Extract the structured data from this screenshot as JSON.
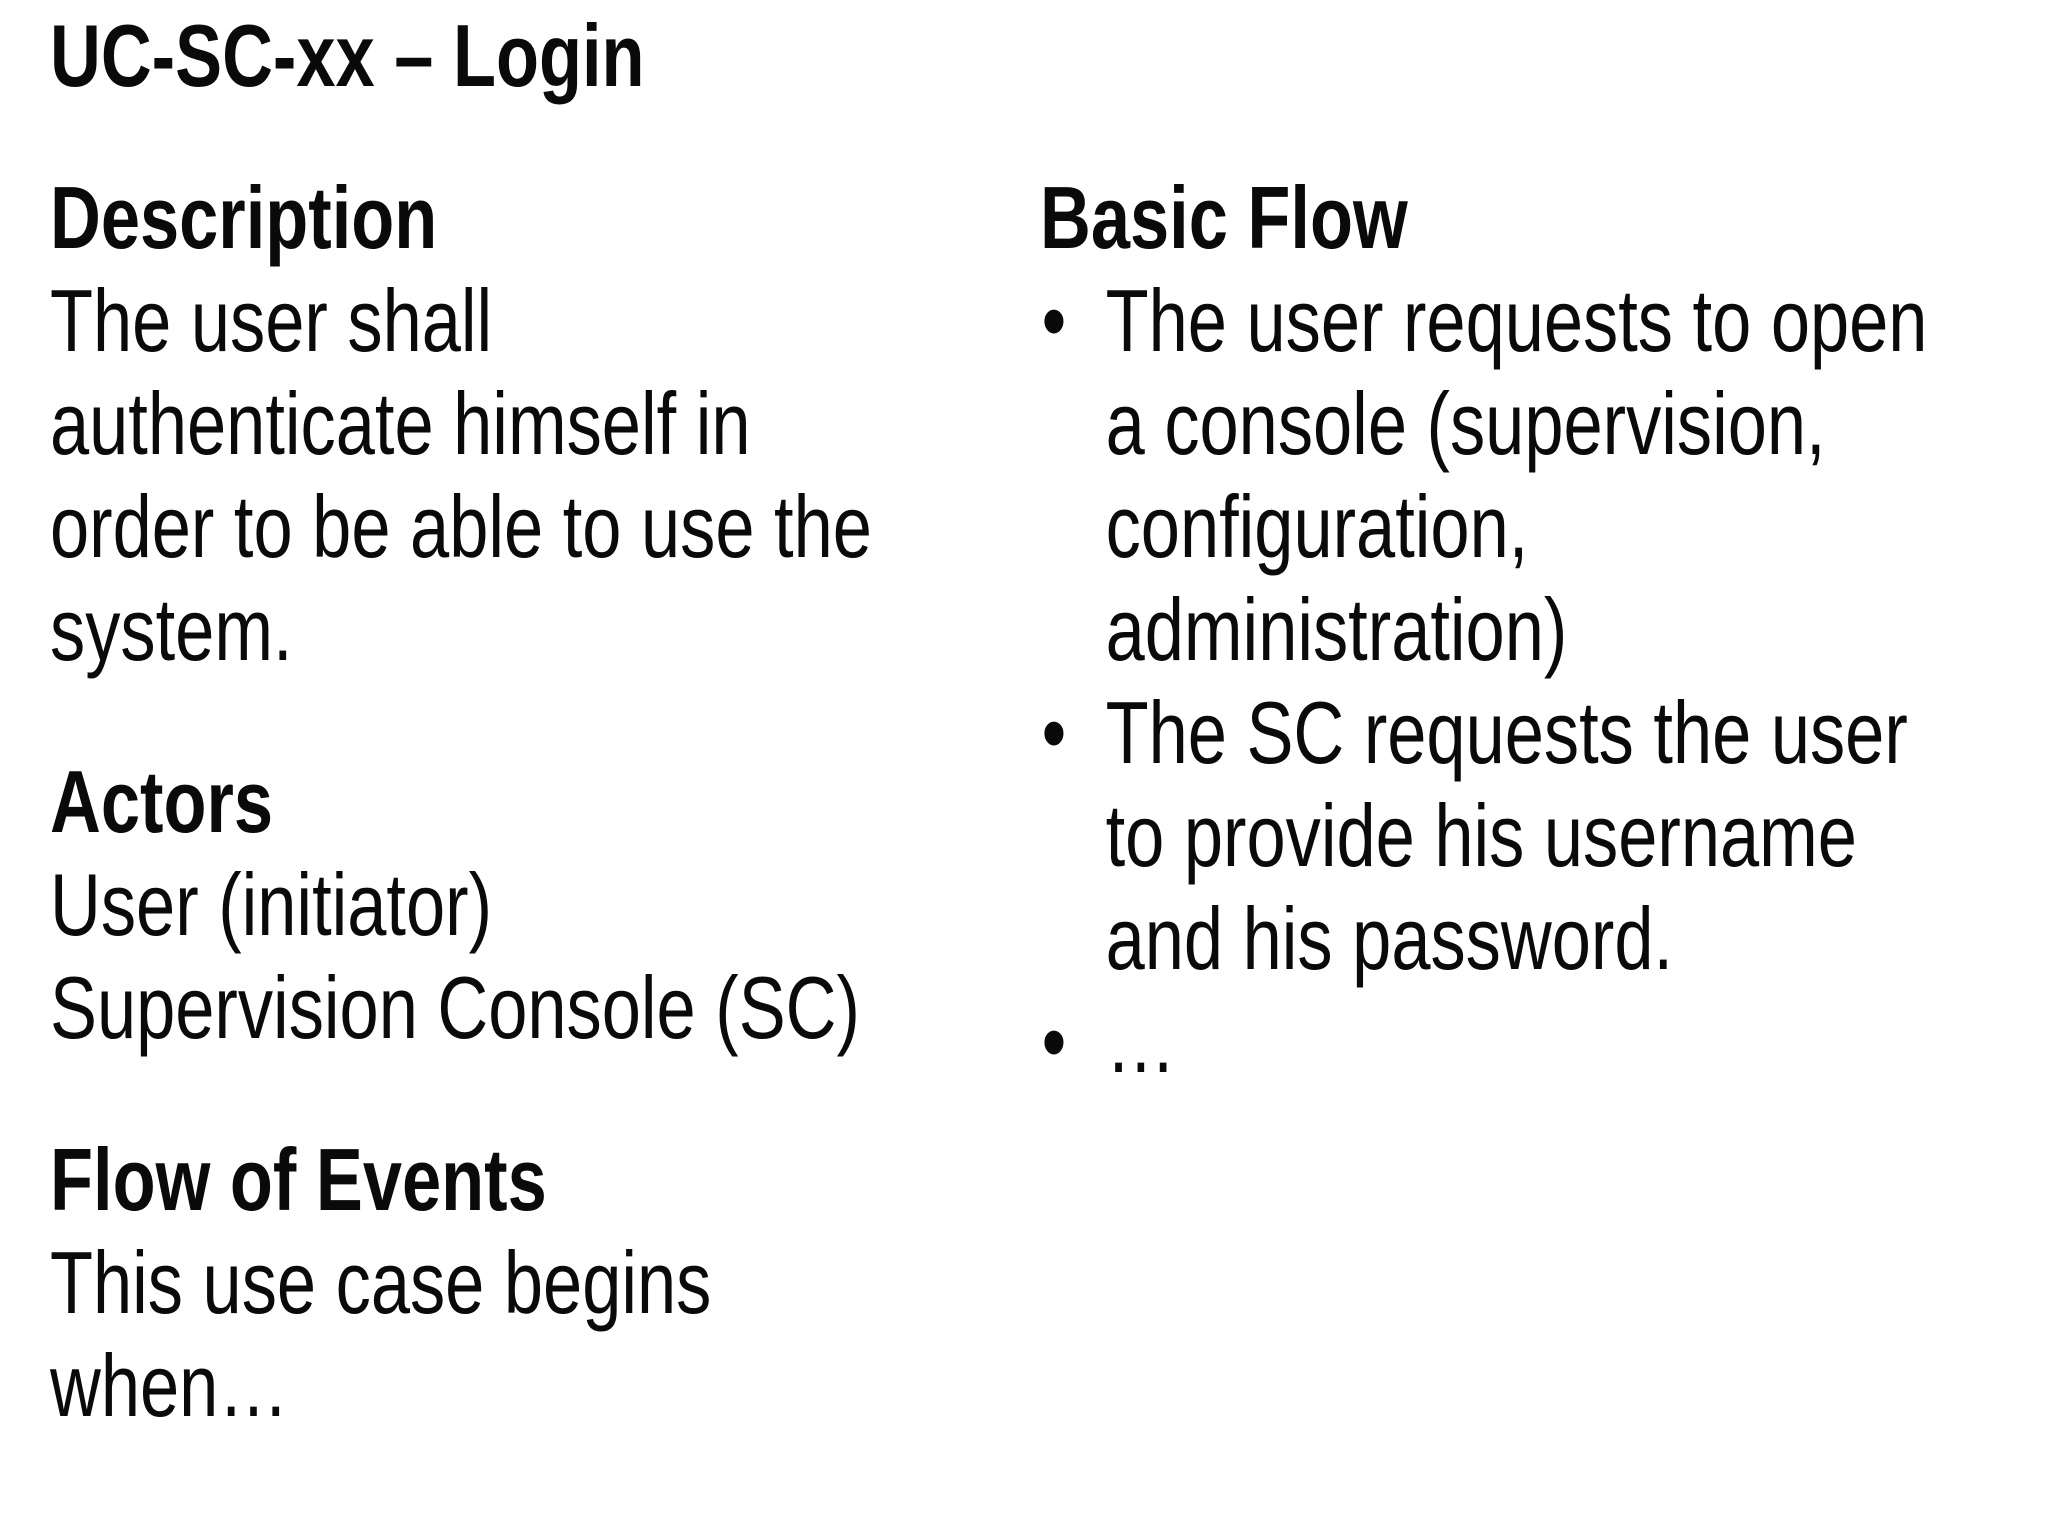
{
  "title": "UC-SC-xx – Login",
  "colors": {
    "text": "#0a0a0a",
    "background": "#ffffff"
  },
  "sections": {
    "description": {
      "heading": "Description",
      "lines": [
        "The user shall",
        "authenticate himself in",
        "order to be able to use the",
        "system."
      ]
    },
    "actors": {
      "heading": "Actors",
      "lines": [
        "User (initiator)",
        "Supervision Console (SC)"
      ]
    },
    "flow_of_events": {
      "heading": "Flow of Events",
      "lines": [
        "This use case begins",
        "when…"
      ]
    }
  },
  "basic_flow": {
    "heading": "Basic Flow",
    "items": [
      {
        "lines": [
          "The user requests to open",
          "a console (supervision,",
          "configuration,",
          "administration)"
        ]
      },
      {
        "lines": [
          "The SC requests the user",
          "to provide his username",
          "and his password."
        ]
      },
      {
        "lines": [
          "…"
        ]
      }
    ]
  }
}
